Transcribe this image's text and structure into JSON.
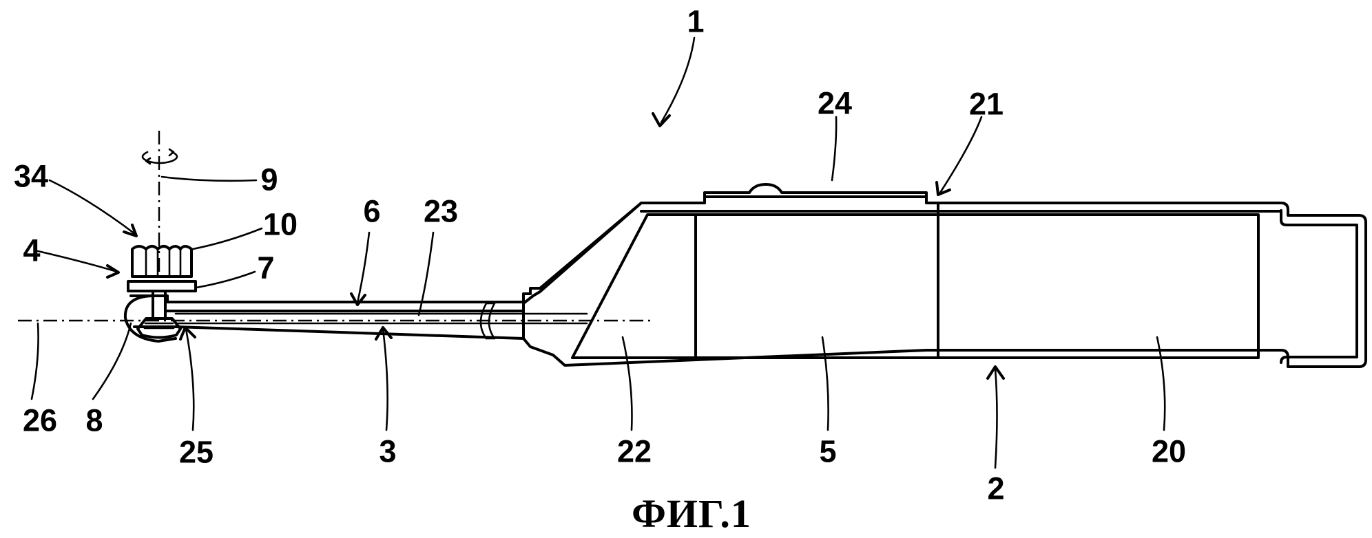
{
  "figure": {
    "caption": "ФИГ.1",
    "labels": {
      "l1": "1",
      "l2": "2",
      "l3": "3",
      "l4": "4",
      "l5": "5",
      "l6": "6",
      "l7": "7",
      "l8": "8",
      "l9": "9",
      "l10": "10",
      "l20": "20",
      "l21": "21",
      "l22": "22",
      "l23": "23",
      "l24": "24",
      "l25": "25",
      "l26": "26",
      "l34": "34"
    }
  }
}
